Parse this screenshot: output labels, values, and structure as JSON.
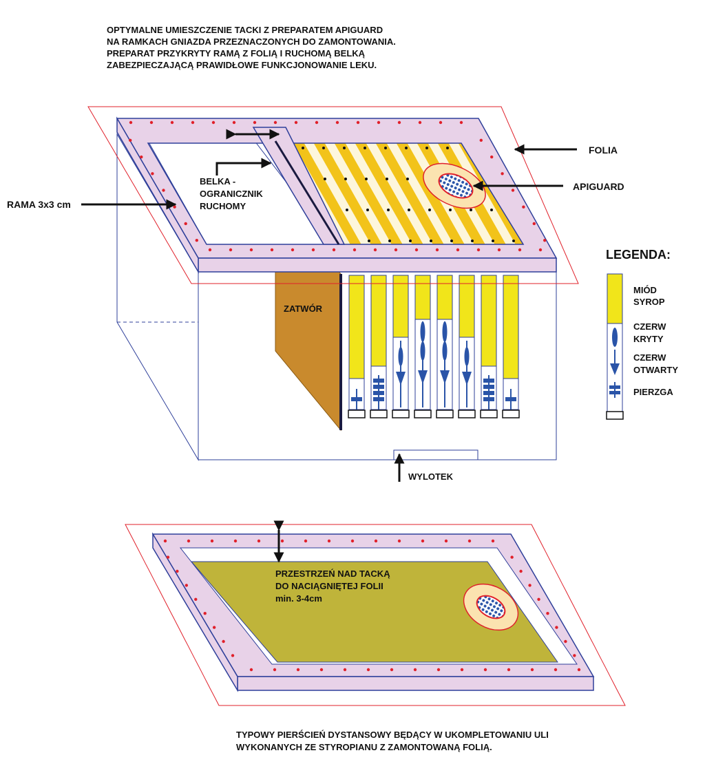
{
  "title_lines": [
    "OPTYMALNE UMIESZCZENIE TACKI Z PREPARATEM APIGUARD",
    "NA RAMKACH GNIAZDA PRZEZNACZONYCH DO ZAMONTOWANIA.",
    "PREPARAT PRZYKRYTY RAMĄ Z FOLIĄ I RUCHOMĄ BELKĄ",
    "ZABEZPIECZAJĄCĄ PRAWIDŁOWE FUNKCJONOWANIE LEKU."
  ],
  "labels": {
    "folia": "FOLIA",
    "apiguard": "APIGUARD",
    "rama": "RAMA 3x3 cm",
    "belka": [
      "BELKA -",
      "OGRANICZNIK",
      "RUCHOMY"
    ],
    "zatwor": "ZATWÓR",
    "wylotek": "WYLOTEK"
  },
  "legend": {
    "title": "LEGENDA:",
    "miod": [
      "MIÓD",
      "SYROP"
    ],
    "czerw_kryty": [
      "CZERW",
      "KRYTY"
    ],
    "czerw_otwarty": [
      "CZERW",
      "OTWARTY"
    ],
    "pierzga": "PIERZGA"
  },
  "ring_lines": [
    "PRZESTRZEŃ NAD TACKĄ",
    "DO NACIĄGNIĘTEJ FOLII",
    "min. 3-4cm"
  ],
  "caption_lines": [
    "TYPOWY PIERŚCIEŃ DYSTANSOWY BĘDĄCY W UKOMPLETOWANIU ULI",
    "WYKONANYCH ZE STYROPIANU Z ZAMONTOWANĄ FOLIĄ."
  ],
  "colors": {
    "honey": "#f1e51a",
    "tray_yellow": "#f2c31a",
    "brood": "#2a54a8",
    "frame_pink": "#e8d2e8",
    "frame_edge": "#2e3f9a",
    "dot_red": "#e0202a",
    "shutter": "#c98a2d",
    "ring_floor": "#bfb43a",
    "foil_edge": "#e0202a"
  }
}
